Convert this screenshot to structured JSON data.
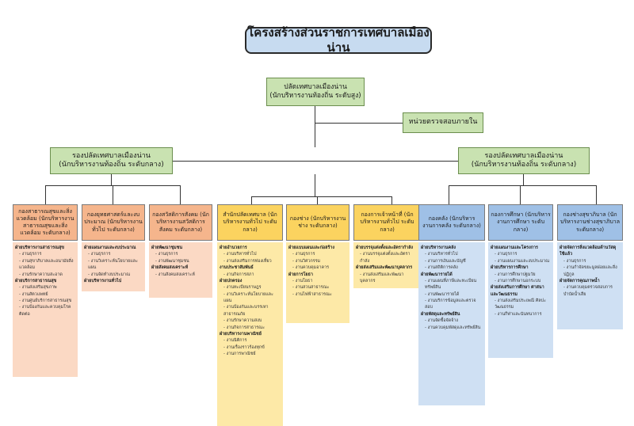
{
  "title": "โครงสร้างส่วนราชการเทศบาลเมืองน่าน",
  "chief": {
    "line1": "ปลัดเทศบาลเมืองน่าน",
    "line2": "(นักบริหารงานท้องถิ่น ระดับสูง)"
  },
  "audit": "หน่วยตรวจสอบภายใน",
  "deputy_left": {
    "line1": "รองปลัดเทศบาลเมืองน่าน",
    "line2": "(นักบริหารงานท้องถิ่น ระดับกลาง)"
  },
  "deputy_right": {
    "line1": "รองปลัดเทศบาลเมืองน่าน",
    "line2": "(นักบริหารงานท้องถิ่น ระดับกลาง)"
  },
  "departments": [
    {
      "name": "กองสาธารณสุขและสิ่งแวดล้อม (นักบริหารงานสาธารณสุขและสิ่งแวดล้อม ระดับกลาง)",
      "sections": [
        {
          "title": "ฝ่ายบริหารงานสาธารณสุข",
          "items": [
            "งานธุรการ",
            "งานสุขาภิบาลและอนามัยสิ่งแวดล้อม",
            "งานรักษาความสะอาด"
          ]
        },
        {
          "title": "ฝ่ายบริการสาธารณสุข",
          "items": [
            "งานส่งเสริมสุขภาพ",
            "งานสัตวแพทย์",
            "งานศูนย์บริการสาธารณสุข",
            "งานป้องกันและควบคุมโรคติดต่อ"
          ]
        }
      ]
    },
    {
      "name": "กองยุทธศาสตร์และงบประมาณ (นักบริหารงานทั่วไป ระดับกลาง)",
      "sections": [
        {
          "title": "ฝ่ายแผนงานและงบประมาณ",
          "items": [
            "งานธุรการ",
            "งานวิเคราะห์นโยบายและแผน",
            "งานจัดทำงบประมาณ"
          ]
        },
        {
          "title": "ฝ่ายบริหารงานทั่วไป",
          "items": []
        }
      ]
    },
    {
      "name": "กองสวัสดิการสังคม (นักบริหารงานสวัสดิการสังคม ระดับกลาง)",
      "sections": [
        {
          "title": "ฝ่ายพัฒนาชุมชน",
          "items": [
            "งานธุรการ",
            "งานพัฒนาชุมชน"
          ]
        },
        {
          "title": "ฝ่ายสังคมสงเคราะห์",
          "items": [
            "งานสังคมสงเคราะห์"
          ]
        }
      ]
    },
    {
      "name": "สำนักปลัดเทศบาล (นักบริหารงานทั่วไป ระดับกลาง)",
      "sections": [
        {
          "title": "ฝ่ายอำนวยการ",
          "items": [
            "งานบริหารทั่วไป",
            "งานส่งเสริมการท่องเที่ยว"
          ]
        },
        {
          "title": "งานประชาสัมพันธ์",
          "items": [
            "งานกิจการสภา"
          ]
        },
        {
          "title": "ฝ่ายปกครอง",
          "items": [
            "งานทะเบียนราษฎร",
            "งานวิเคราะห์นโยบายและแผน",
            "งานป้องกันและบรรเทาสาธารณภัย",
            "งานรักษาความสงบ",
            "งานกิจการสาธารณะ"
          ]
        },
        {
          "title": "ฝ่ายบริหารงานพาณิชย์",
          "items": [
            "งานนิติการ",
            "งานเรื่องราวร้องทุกข์",
            "งานการพาณิชย์"
          ]
        }
      ]
    },
    {
      "name": "กองช่าง (นักบริหารงานช่าง ระดับกลาง)",
      "sections": [
        {
          "title": "ฝ่ายแบบแผนและก่อสร้าง",
          "items": [
            "งานธุรการ",
            "งานวิศวกรรม",
            "งานควบคุมอาคาร"
          ]
        },
        {
          "title": "ฝ่ายการโยธา",
          "items": [
            "งานโยธา",
            "งานสวนสาธารณะ",
            "งานไฟฟ้าสาธารณะ"
          ]
        }
      ]
    },
    {
      "name": "กองการเจ้าหน้าที่ (นักบริหารงานทั่วไป ระดับกลาง)",
      "sections": [
        {
          "title": "ฝ่ายบรรจุแต่งตั้งและอัตรากำลัง",
          "items": [
            "งานบรรจุแต่งตั้งและอัตรากำลัง"
          ]
        },
        {
          "title": "ฝ่ายส่งเสริมและพัฒนาบุคลากร",
          "items": [
            "งานส่งเสริมและพัฒนาบุคลากร"
          ]
        }
      ]
    },
    {
      "name": "กองคลัง (นักบริหารงานการคลัง ระดับกลาง)",
      "sections": [
        {
          "title": "ฝ่ายบริหารงานคลัง",
          "items": [
            "งานบริหารทั่วไป",
            "งานการเงินและบัญชี",
            "งานสถิติการคลัง"
          ]
        },
        {
          "title": "ฝ่ายพัฒนารายได้",
          "items": [
            "งานแผนที่ภาษีและทะเบียนทรัพย์สิน",
            "งานพัฒนารายได้",
            "งานบริการข้อมูลและตรวจสอบ"
          ]
        },
        {
          "title": "ฝ่ายพัสดุและทรัพย์สิน",
          "items": [
            "งานจัดซื้อจัดจ้าง",
            "งานควบคุมพัสดุและทรัพย์สิน"
          ]
        }
      ]
    },
    {
      "name": "กองการศึกษา (นักบริหารงานการศึกษา ระดับกลาง)",
      "sections": [
        {
          "title": "ฝ่ายแผนงานและโครงการ",
          "items": [
            "งานธุรการ",
            "งานแผนงานและงบประมาณ"
          ]
        },
        {
          "title": "ฝ่ายบริหารการศึกษา",
          "items": [
            "งานการศึกษาปฐมวัย",
            "งานการศึกษานอกระบบ"
          ]
        },
        {
          "title": "ฝ่ายส่งเสริมการศึกษา ศาสนาและวัฒนธรรม",
          "items": [
            "งานส่งเสริมประเพณี ศิลปะ วัฒนธรรม",
            "งานกีฬาและนันทนาการ"
          ]
        }
      ]
    },
    {
      "name": "กองช่างสุขาภิบาล (นักบริหารงานช่างสุขาภิบาล ระดับกลาง)",
      "sections": [
        {
          "title": "ฝ่ายจัดการสิ่งแวดล้อมด้านวัสดุใช้แล้ว",
          "items": [
            "งานธุรการ",
            "งานกำจัดขยะมูลฝอยและสิ่งปฏิกูล"
          ]
        },
        {
          "title": "ฝ่ายจัดการคุณภาพน้ำ",
          "items": [
            "งานควบคุมตรวจสอบการบำบัดน้ำเสีย"
          ]
        }
      ]
    }
  ]
}
